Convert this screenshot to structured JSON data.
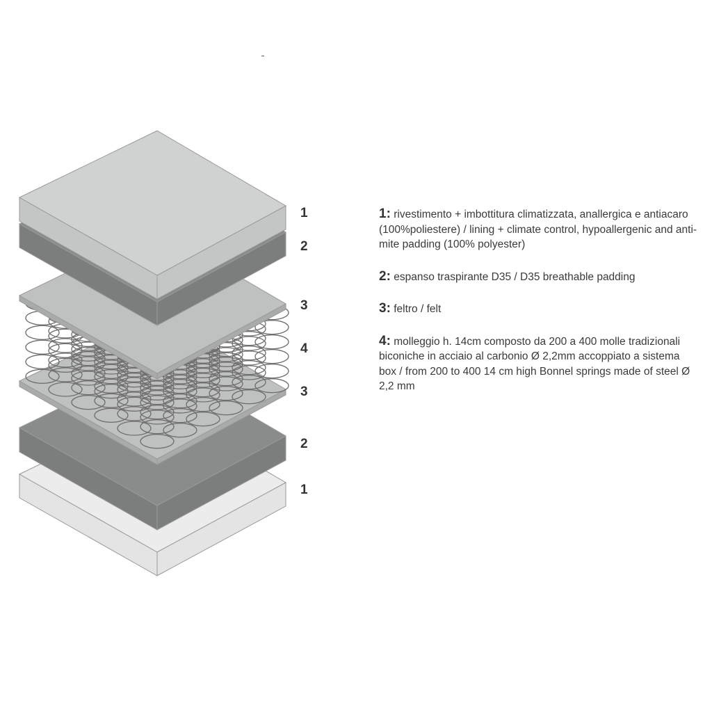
{
  "diagram": {
    "layer_labels": [
      "1",
      "2",
      "3",
      "4",
      "3",
      "2",
      "1"
    ],
    "colors": {
      "cover_face": "#d0d1d1",
      "cover_side": "#c4c5c5",
      "foam_face": "#8a8b8b",
      "foam_side": "#7c7d7d",
      "felt_face": "#bfc0c0",
      "felt_side": "#a9aaaa",
      "bottom_cover_face": "#ececec",
      "bottom_cover_side": "#e4e4e4",
      "spring_stroke": "#6e6e6e",
      "edge_stroke": "#9a9a9a"
    }
  },
  "legend": [
    {
      "num": "1:",
      "text": "rivestimento + imbottitura climatizzata, anallergica e antiacaro (100%poliestere) / lining + climate control, hypoallergenic and anti-mite padding (100% polyester)"
    },
    {
      "num": "2:",
      "text": "espanso traspirante D35 / D35 breathable padding"
    },
    {
      "num": "3:",
      "text": "feltro / felt"
    },
    {
      "num": "4:",
      "text": "molleggio h. 14cm composto da 200 a 400 molle tradizionali biconiche in acciaio al carbonio Ø 2,2mm accoppiato a sistema box / from 200 to 400 14 cm high Bonnel springs made of steel Ø 2,2 mm"
    }
  ]
}
